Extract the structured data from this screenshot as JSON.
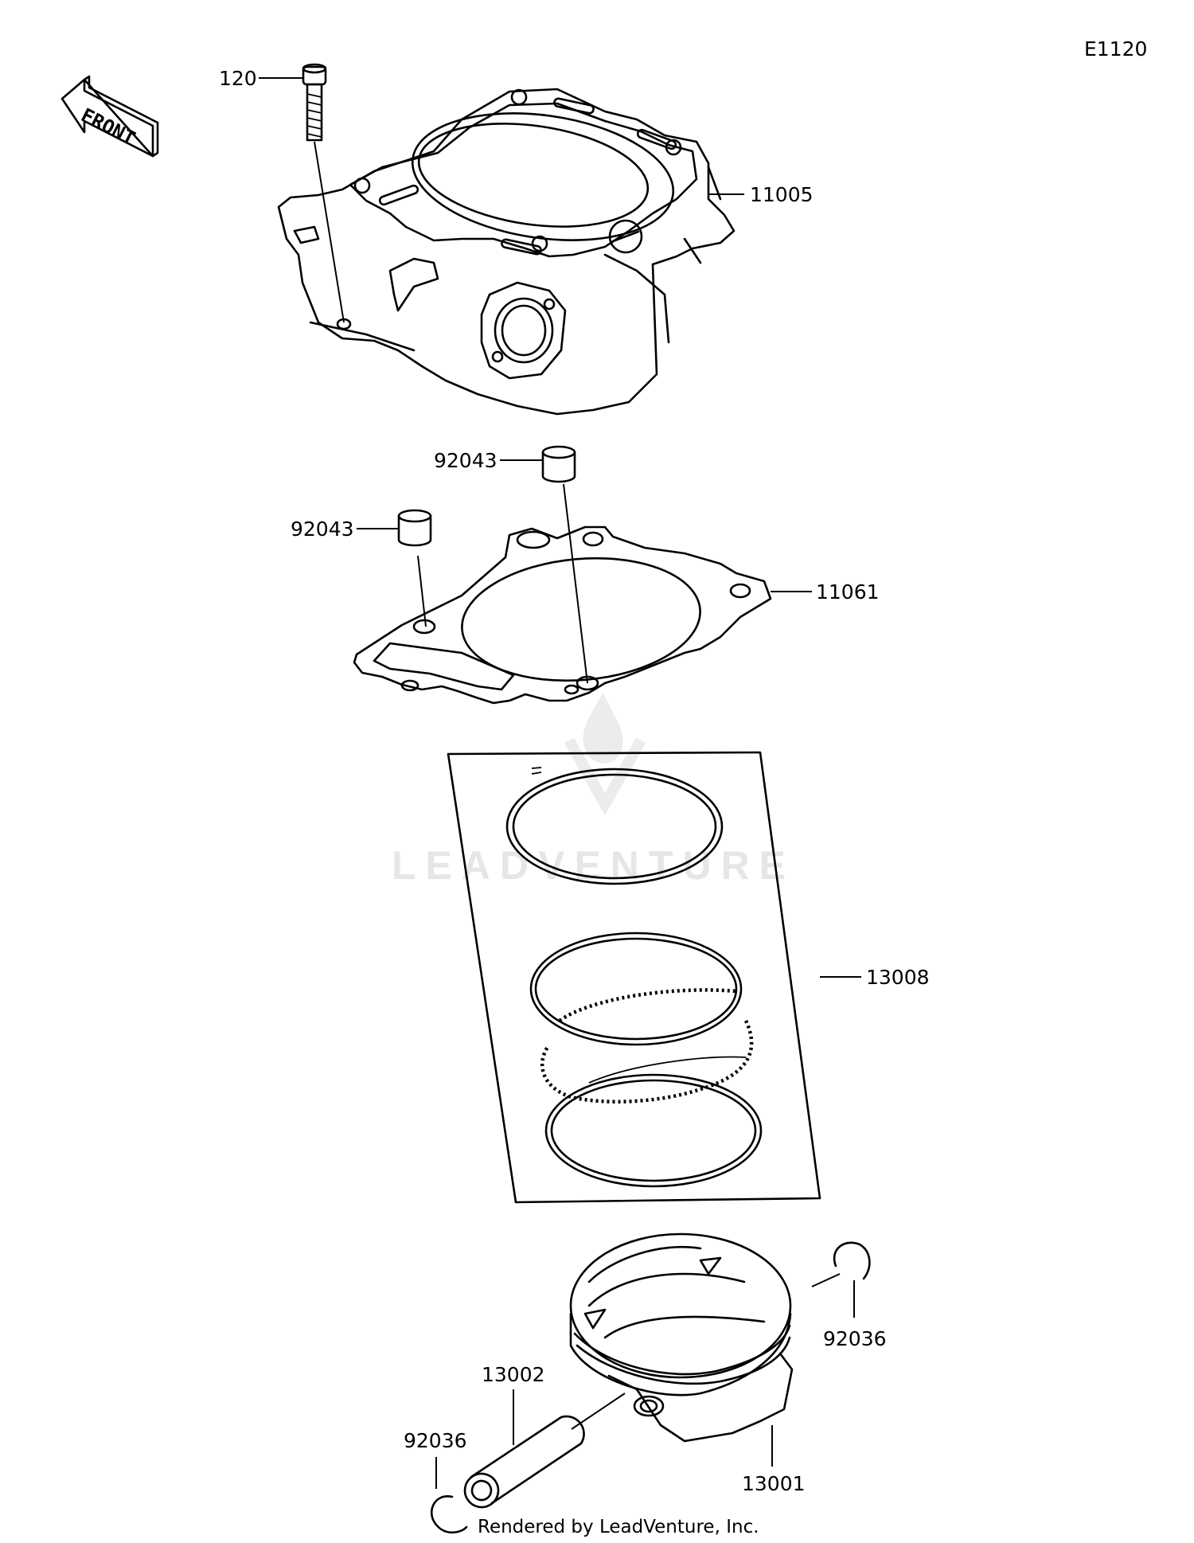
{
  "diagram_code": "E1120",
  "front_label": "FRONT",
  "watermark": "LEADVENTURE",
  "footer": "Rendered by LeadVenture, Inc.",
  "callouts": {
    "bolt": "120",
    "cylinder": "11005",
    "dowel_upper": "92043",
    "dowel_lower": "92043",
    "gasket": "11061",
    "ring_set": "13008",
    "circlip_right": "92036",
    "piston_pin": "13002",
    "circlip_left": "92036",
    "piston": "13001"
  }
}
